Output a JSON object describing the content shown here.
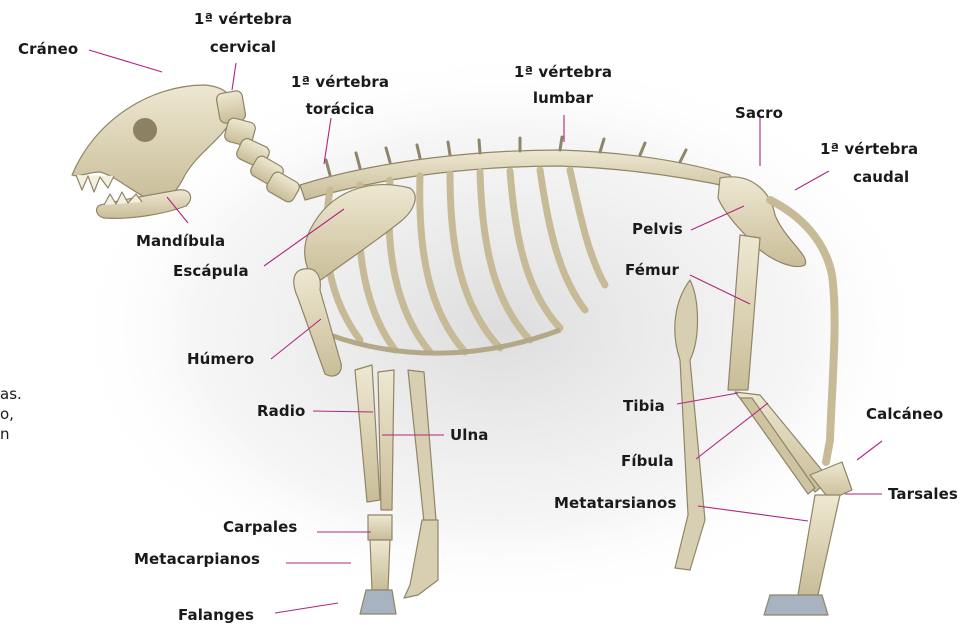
{
  "diagram": {
    "labels": {
      "craneo": "Cráneo",
      "cervical_1": "1ª vértebra",
      "cervical_2": "cervical",
      "toracica_1": "1ª vértebra",
      "toracica_2": "torácica",
      "lumbar_1": "1ª vértebra",
      "lumbar_2": "lumbar",
      "sacro": "Sacro",
      "caudal_1": "1ª vértebra",
      "caudal_2": "caudal",
      "mandibula": "Mandíbula",
      "escapula": "Escápula",
      "pelvis": "Pelvis",
      "femur": "Fémur",
      "humero": "Húmero",
      "radio": "Radio",
      "ulna": "Ulna",
      "tibia": "Tibia",
      "fibula": "Fíbula",
      "calcaneo": "Calcáneo",
      "tarsales": "Tarsales",
      "metatarsianos": "Metatarsianos",
      "carpales": "Carpales",
      "metacarpianos": "Metacarpianos",
      "falanges": "Falanges"
    },
    "cut_text": [
      "as.",
      "o,",
      "n"
    ],
    "colors": {
      "bone": "#e4dcc2",
      "bone_shadow": "#b3a887",
      "leader_line": "#b0267e",
      "text": "#1a1a1a"
    }
  }
}
